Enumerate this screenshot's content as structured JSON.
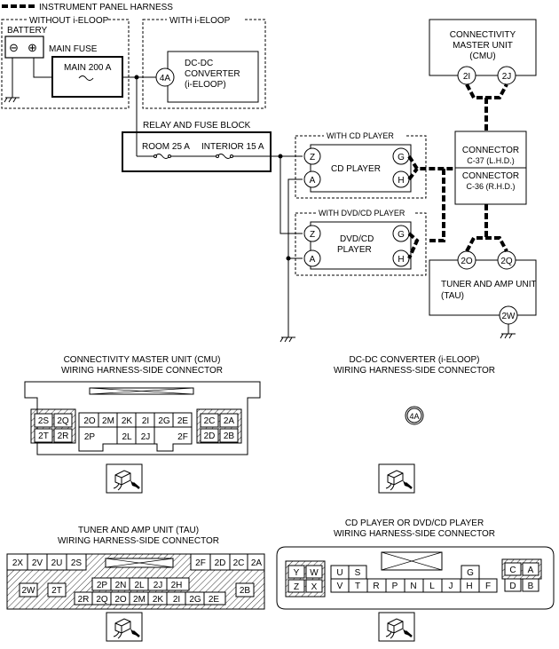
{
  "legend": {
    "label": "INSTRUMENT PANEL HARNESS"
  },
  "groups": {
    "without_ieloop": "WITHOUT i-ELOOP",
    "with_ieloop": "WITH i-ELOOP",
    "with_cd": "WITH CD PLAYER",
    "with_dvd": "WITH DVD/CD PLAYER"
  },
  "battery": {
    "label": "BATTERY",
    "minus": "⊖",
    "plus": "⊕"
  },
  "main_fuse": {
    "label": "MAIN FUSE",
    "value": "MAIN 200 A"
  },
  "dcdc": {
    "line1": "DC-DC",
    "line2": "CONVERTER",
    "line3": "(i-ELOOP)",
    "pin": "4A"
  },
  "relay_block": {
    "label": "RELAY AND FUSE BLOCK",
    "room": "ROOM 25 A",
    "interior": "INTERIOR 15 A"
  },
  "cd_player": {
    "label": "CD PLAYER",
    "pins": [
      "Z",
      "A",
      "G",
      "H"
    ]
  },
  "dvd_player": {
    "line1": "DVD/CD",
    "line2": "PLAYER",
    "pins": [
      "Z",
      "A",
      "G",
      "H"
    ]
  },
  "cmu": {
    "line1": "CONNECTIVITY",
    "line2": "MASTER UNIT",
    "line3": "(CMU)",
    "pins": [
      "2I",
      "2J"
    ]
  },
  "connector": {
    "line1": "CONNECTOR",
    "line2": "C-37 (L.H.D.)",
    "line3": "CONNECTOR",
    "line4": "C-36 (R.H.D.)"
  },
  "tau": {
    "line1": "TUNER AND AMP UNIT",
    "line2": "(TAU)",
    "pins": [
      "2O",
      "2Q",
      "2W"
    ]
  },
  "cmu_conn": {
    "title1": "CONNECTIVITY MASTER UNIT (CMU)",
    "title2": "WIRING HARNESS-SIDE CONNECTOR",
    "left_top": [
      "2S",
      "2Q"
    ],
    "left_bot": [
      "2T",
      "2R"
    ],
    "mid_top": [
      "2O",
      "2M",
      "2K",
      "2I",
      "2G",
      "2E"
    ],
    "mid_bot": [
      "2P",
      "2L",
      "2J",
      "2F"
    ],
    "right_top": [
      "2C",
      "2A"
    ],
    "right_bot": [
      "2D",
      "2B"
    ]
  },
  "dcdc_conn": {
    "title1": "DC-DC CONVERTER (i-ELOOP)",
    "title2": "WIRING HARNESS-SIDE CONNECTOR",
    "pin": "4A"
  },
  "tau_conn": {
    "title1": "TUNER AND AMP UNIT (TAU)",
    "title2": "WIRING HARNESS-SIDE CONNECTOR",
    "top_left": [
      "2X",
      "2V",
      "2U",
      "2S"
    ],
    "top_right": [
      "2F",
      "2D",
      "2C",
      "2A"
    ],
    "side_left": [
      "2W",
      "2T"
    ],
    "side_right": "2B",
    "inner_top": [
      "2P",
      "2N",
      "2L",
      "2J",
      "2H"
    ],
    "inner_bot": [
      "2R",
      "2Q",
      "2O",
      "2M",
      "2K",
      "2I",
      "2G",
      "2E"
    ]
  },
  "cd_conn": {
    "title1": "CD PLAYER OR DVD/CD PLAYER",
    "title2": "WIRING HARNESS-SIDE CONNECTOR",
    "left_top": [
      "Y",
      "W"
    ],
    "left_bot": [
      "Z",
      "X"
    ],
    "top": [
      "U",
      "S"
    ],
    "g": "G",
    "bot": [
      "V",
      "T",
      "R",
      "P",
      "N",
      "L",
      "J",
      "H",
      "F"
    ],
    "right_top": [
      "C",
      "A"
    ],
    "right_bot": [
      "D",
      "B"
    ]
  }
}
